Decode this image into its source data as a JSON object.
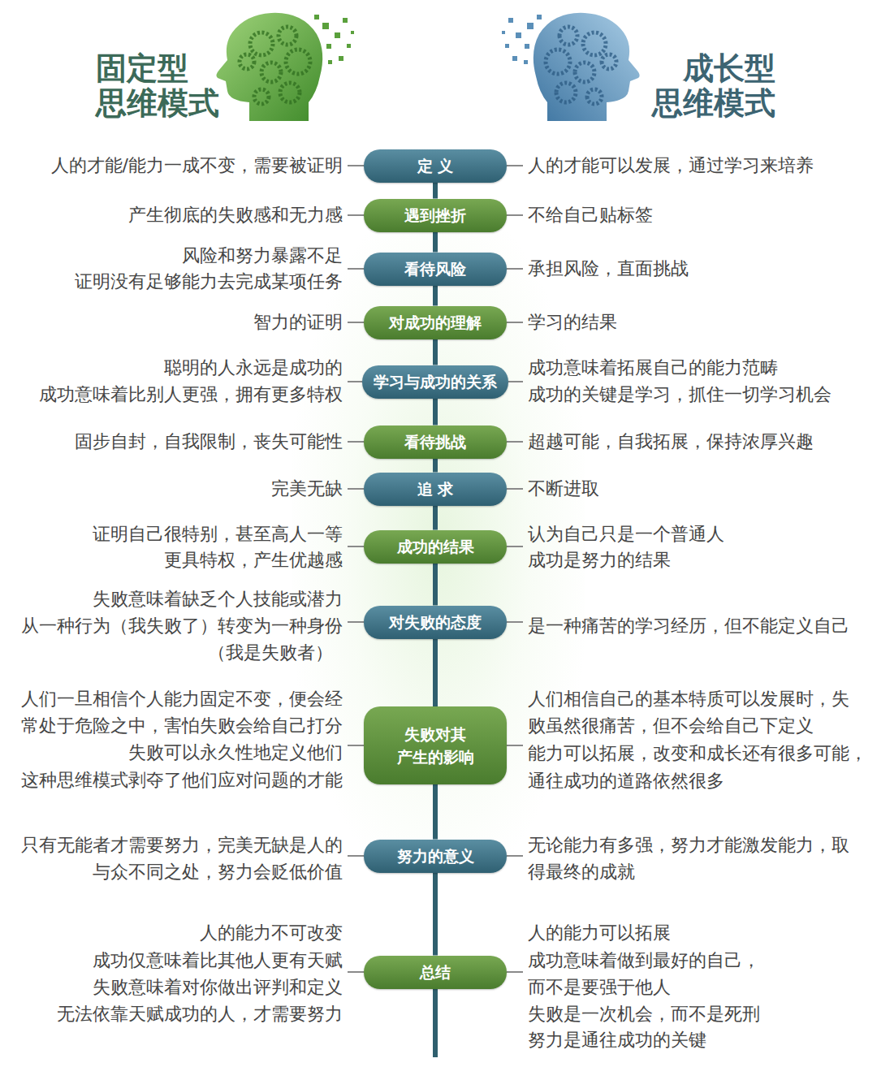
{
  "diagram": {
    "nodes": [
      {
        "text": [
          "定 义"
        ]
      },
      {
        "text": [
          "遇到挫折"
        ]
      },
      {
        "text": [
          "看待风险"
        ]
      },
      {
        "text": [
          "对成功的理解"
        ]
      },
      {
        "text": [
          "学习与成功的关系"
        ]
      },
      {
        "text": [
          "看待挑战"
        ]
      },
      {
        "text": [
          "追 求"
        ]
      },
      {
        "text": [
          "成功的结果"
        ]
      },
      {
        "text": [
          "对失败的态度"
        ]
      },
      {
        "text": [
          "失败对其 产生的影响"
        ]
      },
      {
        "text": [
          "努力的意义"
        ]
      },
      {
        "text": [
          "总结"
        ]
      }
    ],
    "edges": [
      {
        "from": 0,
        "to": 1,
        "arrow": "none"
      },
      {
        "from": 1,
        "to": 2,
        "arrow": "none"
      },
      {
        "from": 2,
        "to": 3,
        "arrow": "none"
      },
      {
        "from": 3,
        "to": 4,
        "arrow": "none"
      },
      {
        "from": 4,
        "to": 5,
        "arrow": "none"
      },
      {
        "from": 5,
        "to": 6,
        "arrow": "none"
      },
      {
        "from": 6,
        "to": 7,
        "arrow": "none"
      },
      {
        "from": 7,
        "to": 8,
        "arrow": "none"
      },
      {
        "from": 8,
        "to": 9,
        "arrow": "none"
      },
      {
        "from": 9,
        "to": 10,
        "arrow": "none"
      },
      {
        "from": 10,
        "to": 11,
        "arrow": "none"
      }
    ],
    "labels": [
      "固定型",
      "思维模式",
      "成长型",
      "思维模式",
      "人的才能/能力一成不变，需要被证明",
      "人的才能可以发展，通过学习来培养",
      "产生彻底的失败感和无力感",
      "不给自己贴标签",
      "风险和努力暴露不足",
      "证明没有足够能力去完成某项任务",
      "承担风险，直面挑战",
      "智力的证明",
      "学习的结果",
      "聪明的人永远是成功的",
      "成功意味着比别人更强，拥有更多特权",
      "成功意味着拓展自己的能力范畴",
      "成功的关键是学习，抓住一切学习机会",
      "固步自封，自我限制，丧失可能性",
      "超越可能，自我拓展，保持浓厚兴趣",
      "完美无缺",
      "不断进取",
      "证明自己很特别，甚至高人一等",
      "更具特权，产生优越感",
      "认为自己只是一个普通人",
      "成功是努力的结果",
      "失败意味着缺乏个人技能或潜力",
      "从一种行为（我失败了）转变为一种身份",
      "（我是失败者）",
      "是一种痛苦的学习经历，但不能定义自己",
      "人们一旦相信个人能力固定不变，便会经",
      "常处于危险之中，害怕失败会给自己打分",
      "失败可以永久性地定义他们",
      "这种思维模式剥夺了他们应对问题的才能",
      "人们相信自己的基本特质可以发展时，失",
      "败虽然很痛苦，但不会给自己下定义",
      "能力可以拓展，改变和成长还有很多可能，",
      "通往成功的道路依然很多",
      "只有无能者才需要努力，完美无缺是人的",
      "与众不同之处，努力会贬低价值",
      "无论能力有多强，努力才能激发能力，取",
      "得最终的成就",
      "人的能力不可改变",
      "成功仅意味着比其他人更有天赋",
      "失败意味着对你做出评判和定义",
      "无法依靠天赋成功的人，才需要努力",
      "人的能力可以拓展",
      "成功意味着做到最好的自己，",
      "而不是要强于他人",
      "失败是一次机会，而不是死刑",
      "努力是通往成功的关键"
    ]
  }
}
